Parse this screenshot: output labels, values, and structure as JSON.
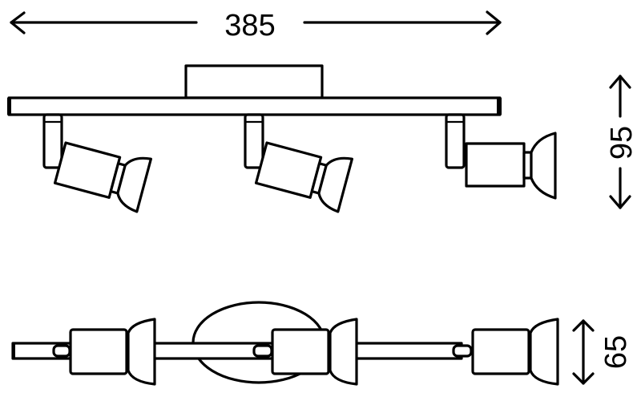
{
  "diagram": {
    "type": "technical-dimension-drawing",
    "subject": "ceiling spotlight bar with three adjustable spots",
    "views": [
      "front-view",
      "top-view"
    ],
    "spot_count": 3,
    "units": "mm",
    "line_color": "#000000",
    "background_color": "#ffffff"
  },
  "dimensions": {
    "width": {
      "value": "385",
      "orientation": "horizontal",
      "position": "top"
    },
    "height": {
      "value": "95",
      "orientation": "vertical",
      "position": "right-of-front-view"
    },
    "depth": {
      "value": "65",
      "orientation": "vertical",
      "position": "right-of-top-view"
    }
  },
  "icons": {
    "arrow_left": "arrow-left-icon",
    "arrow_right": "arrow-right-icon",
    "arrow_up": "arrow-up-icon",
    "arrow_down": "arrow-down-icon",
    "double_arrow_vertical": "double-arrow-vertical-icon"
  }
}
